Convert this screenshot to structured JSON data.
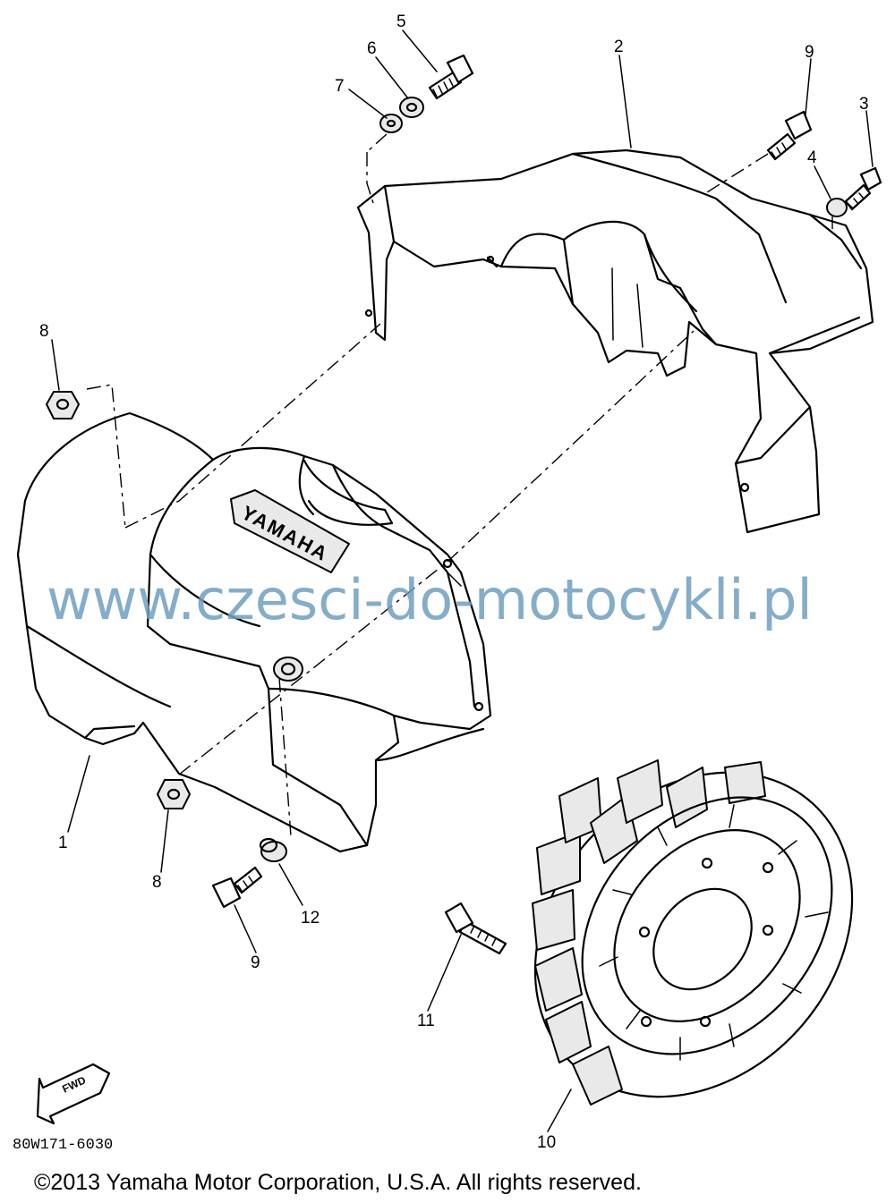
{
  "diagram": {
    "callouts": [
      {
        "id": "c1",
        "label": "1"
      },
      {
        "id": "c2",
        "label": "2"
      },
      {
        "id": "c3",
        "label": "3"
      },
      {
        "id": "c4",
        "label": "4"
      },
      {
        "id": "c5",
        "label": "5"
      },
      {
        "id": "c6",
        "label": "6"
      },
      {
        "id": "c7",
        "label": "7"
      },
      {
        "id": "c8a",
        "label": "8"
      },
      {
        "id": "c8b",
        "label": "8"
      },
      {
        "id": "c9a",
        "label": "9"
      },
      {
        "id": "c9b",
        "label": "9"
      },
      {
        "id": "c10",
        "label": "10"
      },
      {
        "id": "c11",
        "label": "11"
      },
      {
        "id": "c12",
        "label": "12"
      }
    ],
    "brand_text": "YAMAHA",
    "fwd_text": "FWD",
    "code": "80W171-6030"
  },
  "watermark": "www.czesci-do-motocykli.pl",
  "copyright": "©2013 Yamaha Motor Corporation, U.S.A. All rights reserved."
}
